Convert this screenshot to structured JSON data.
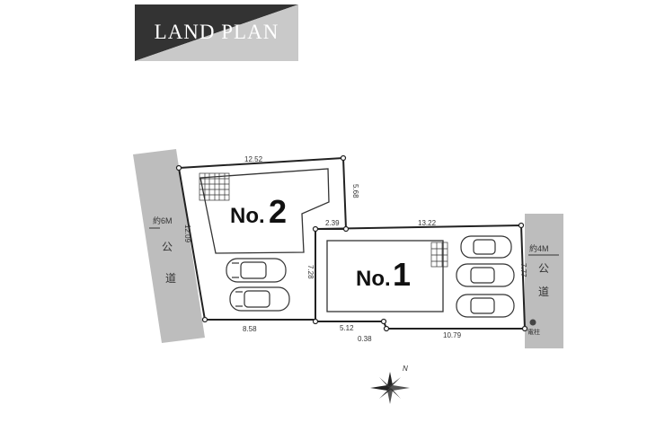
{
  "header": {
    "title": "LAND PLAN"
  },
  "lots": [
    {
      "prefix": "No.",
      "number": "2"
    },
    {
      "prefix": "No.",
      "number": "1"
    }
  ],
  "dimensions": {
    "lot2_top": "12.52",
    "lot2_right": "5.68",
    "lot2_left": "12.09",
    "lot2_bottom": "8.58",
    "lot1_notch": "2.39",
    "lot1_top": "13.22",
    "lot1_left": "7.28",
    "lot1_right": "7.77",
    "lot1_bottom_left": "5.12",
    "lot1_bottom_offset": "0.38",
    "lot1_bottom_right": "10.79"
  },
  "roads": {
    "west": {
      "width": "約6M",
      "chars": [
        "公",
        "道"
      ]
    },
    "east": {
      "width": "約4M",
      "chars": [
        "公",
        "道"
      ]
    }
  },
  "pole_label": "電柱",
  "compass_label": "N",
  "colors": {
    "banner_dark": "#333333",
    "banner_light": "#c9c9c9",
    "road": "#bdbdbd",
    "line": "#222222"
  }
}
